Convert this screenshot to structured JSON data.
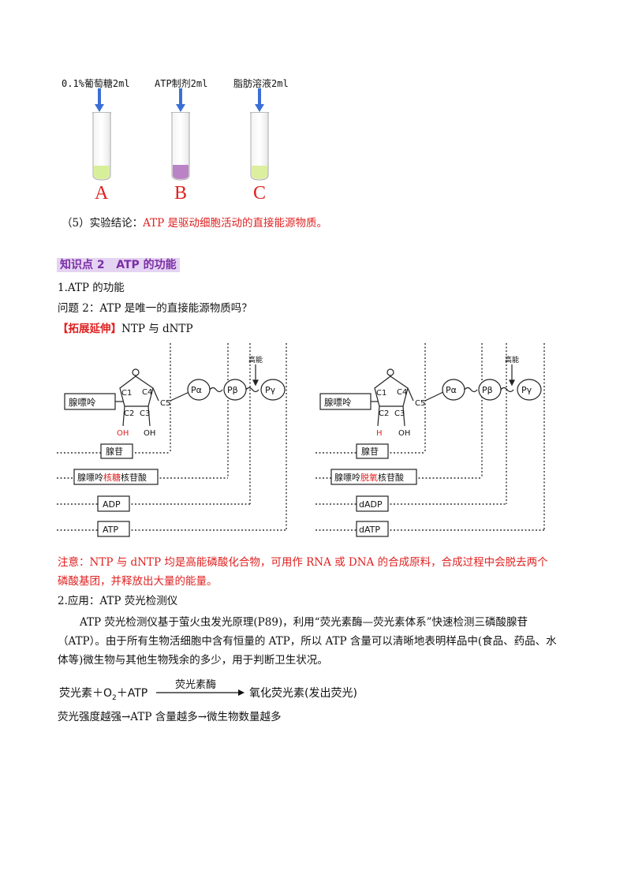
{
  "tubes": {
    "labels": [
      "0.1%葡萄糖2ml",
      "ATP制剂2ml",
      "脂肪溶液2ml"
    ],
    "letters": [
      "A",
      "B",
      "C"
    ],
    "colors": [
      "#d8ef9a",
      "#b983c6",
      "#dcef9f"
    ],
    "arrow_color": "#3b6fd6",
    "letter_color": "#e02020"
  },
  "conclusion": {
    "prefix": "（5）实验结论：",
    "text": "ATP 是驱动细胞活动的直接能源物质。"
  },
  "section": {
    "title": "知识点 2   ATP 的功能"
  },
  "heading1": "1.ATP 的功能",
  "question": "问题 2：ATP 是唯一的直接能源物质吗？",
  "extension": {
    "bracket": "【拓展延伸】",
    "text": "NTP 与 dNTP"
  },
  "diagram_left": {
    "base": "腺嘌呤",
    "c1": "C1",
    "c2": "C2",
    "c3": "C3",
    "c4": "C4",
    "c5": "C5",
    "oh1": "OH",
    "oh2": "OH",
    "ring_o": "O",
    "pa": "Pα",
    "pb": "Pβ",
    "pg": "Pγ",
    "high_energy": "高能",
    "nucleoside": "腺苷",
    "nucleotide_a": "腺嘌呤",
    "nucleotide_b": "核糖",
    "nucleotide_c": "核苷酸",
    "adp": "ADP",
    "atp": "ATP"
  },
  "diagram_right": {
    "base": "腺嘌呤",
    "c1": "C1",
    "c2": "C2",
    "c3": "C3",
    "c4": "C4",
    "c5": "C5",
    "h": "H",
    "oh2": "OH",
    "ring_o": "O",
    "pa": "Pα",
    "pb": "Pβ",
    "pg": "Pγ",
    "high_energy": "高能",
    "nucleoside": "腺苷",
    "nucleotide_a": "腺嘌呤",
    "nucleotide_b": "脱氧",
    "nucleotide_c": "核苷酸",
    "adp": "dADP",
    "atp": "dATP"
  },
  "note": {
    "line1": "注意：NTP 与 dNTP  均是高能磷酸化合物，可用作  RNA  或  DNA  的合成原料，合成过程中会脱去两个",
    "line2": "磷酸基团，并释放出大量的能量。"
  },
  "heading2": "2.应用：ATP 荧光检测仪",
  "para": {
    "line1": "ATP 荧光检测仪基于萤火虫发光原理(P89)，利用“荧光素酶—荧光素体系”快速检测三磷酸腺苷",
    "line2": "（ATP）。由于所有生物活细胞中含有恒量的 ATP，所以 ATP 含量可以清晰地表明样品中(食品、药品、水",
    "line3": "体等)微生物与其他生物残余的多少，用于判断卫生状况。"
  },
  "equation": {
    "left_a": "荧光素＋O",
    "sub": "2",
    "left_b": "＋ATP",
    "enzyme": "荧光素酶",
    "right": "氧化荧光素(发出荧光)"
  },
  "chain": "荧光强度越强→ATP 含量越多→微生物数量越多"
}
